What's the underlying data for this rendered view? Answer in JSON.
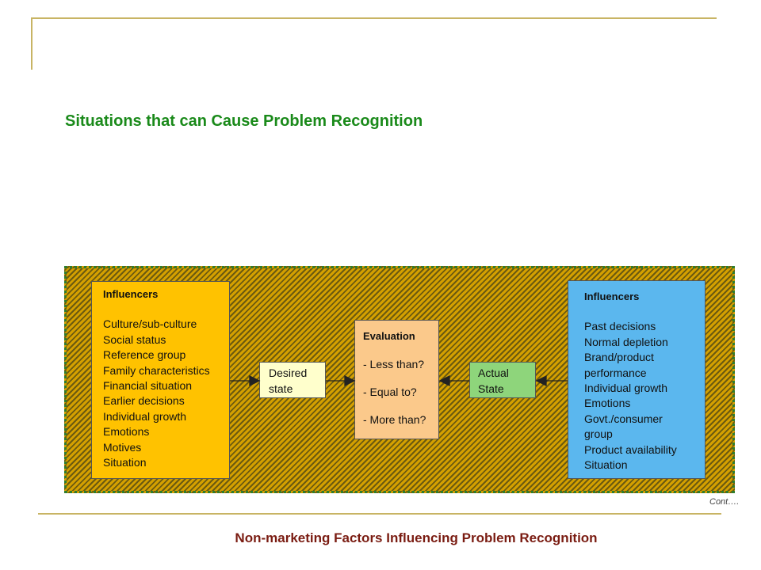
{
  "title": "Situations that can Cause Problem Recognition",
  "footer_title": "Non-marketing Factors Influencing Problem Recognition",
  "cont": "Cont….",
  "left_box": {
    "heading": "Influencers",
    "items": [
      "Culture/sub-culture",
      "Social status",
      "Reference group",
      "Family characteristics",
      "Financial situation",
      "Earlier decisions",
      "Individual growth",
      "Emotions",
      "Motives",
      "Situation"
    ]
  },
  "desired": {
    "line1": "Desired",
    "line2": "state"
  },
  "evaluation": {
    "heading": "Evaluation",
    "items": [
      "-  Less than?",
      "-  Equal to?",
      "-  More than?"
    ]
  },
  "actual": {
    "line1": "Actual",
    "line2": "State"
  },
  "right_box": {
    "heading": "Influencers",
    "items": [
      "Past decisions",
      "Normal depletion",
      "Brand/product",
      "performance",
      "Individual growth",
      "Emotions",
      "Govt./consumer",
      "group",
      "Product availability",
      "Situation"
    ]
  }
}
